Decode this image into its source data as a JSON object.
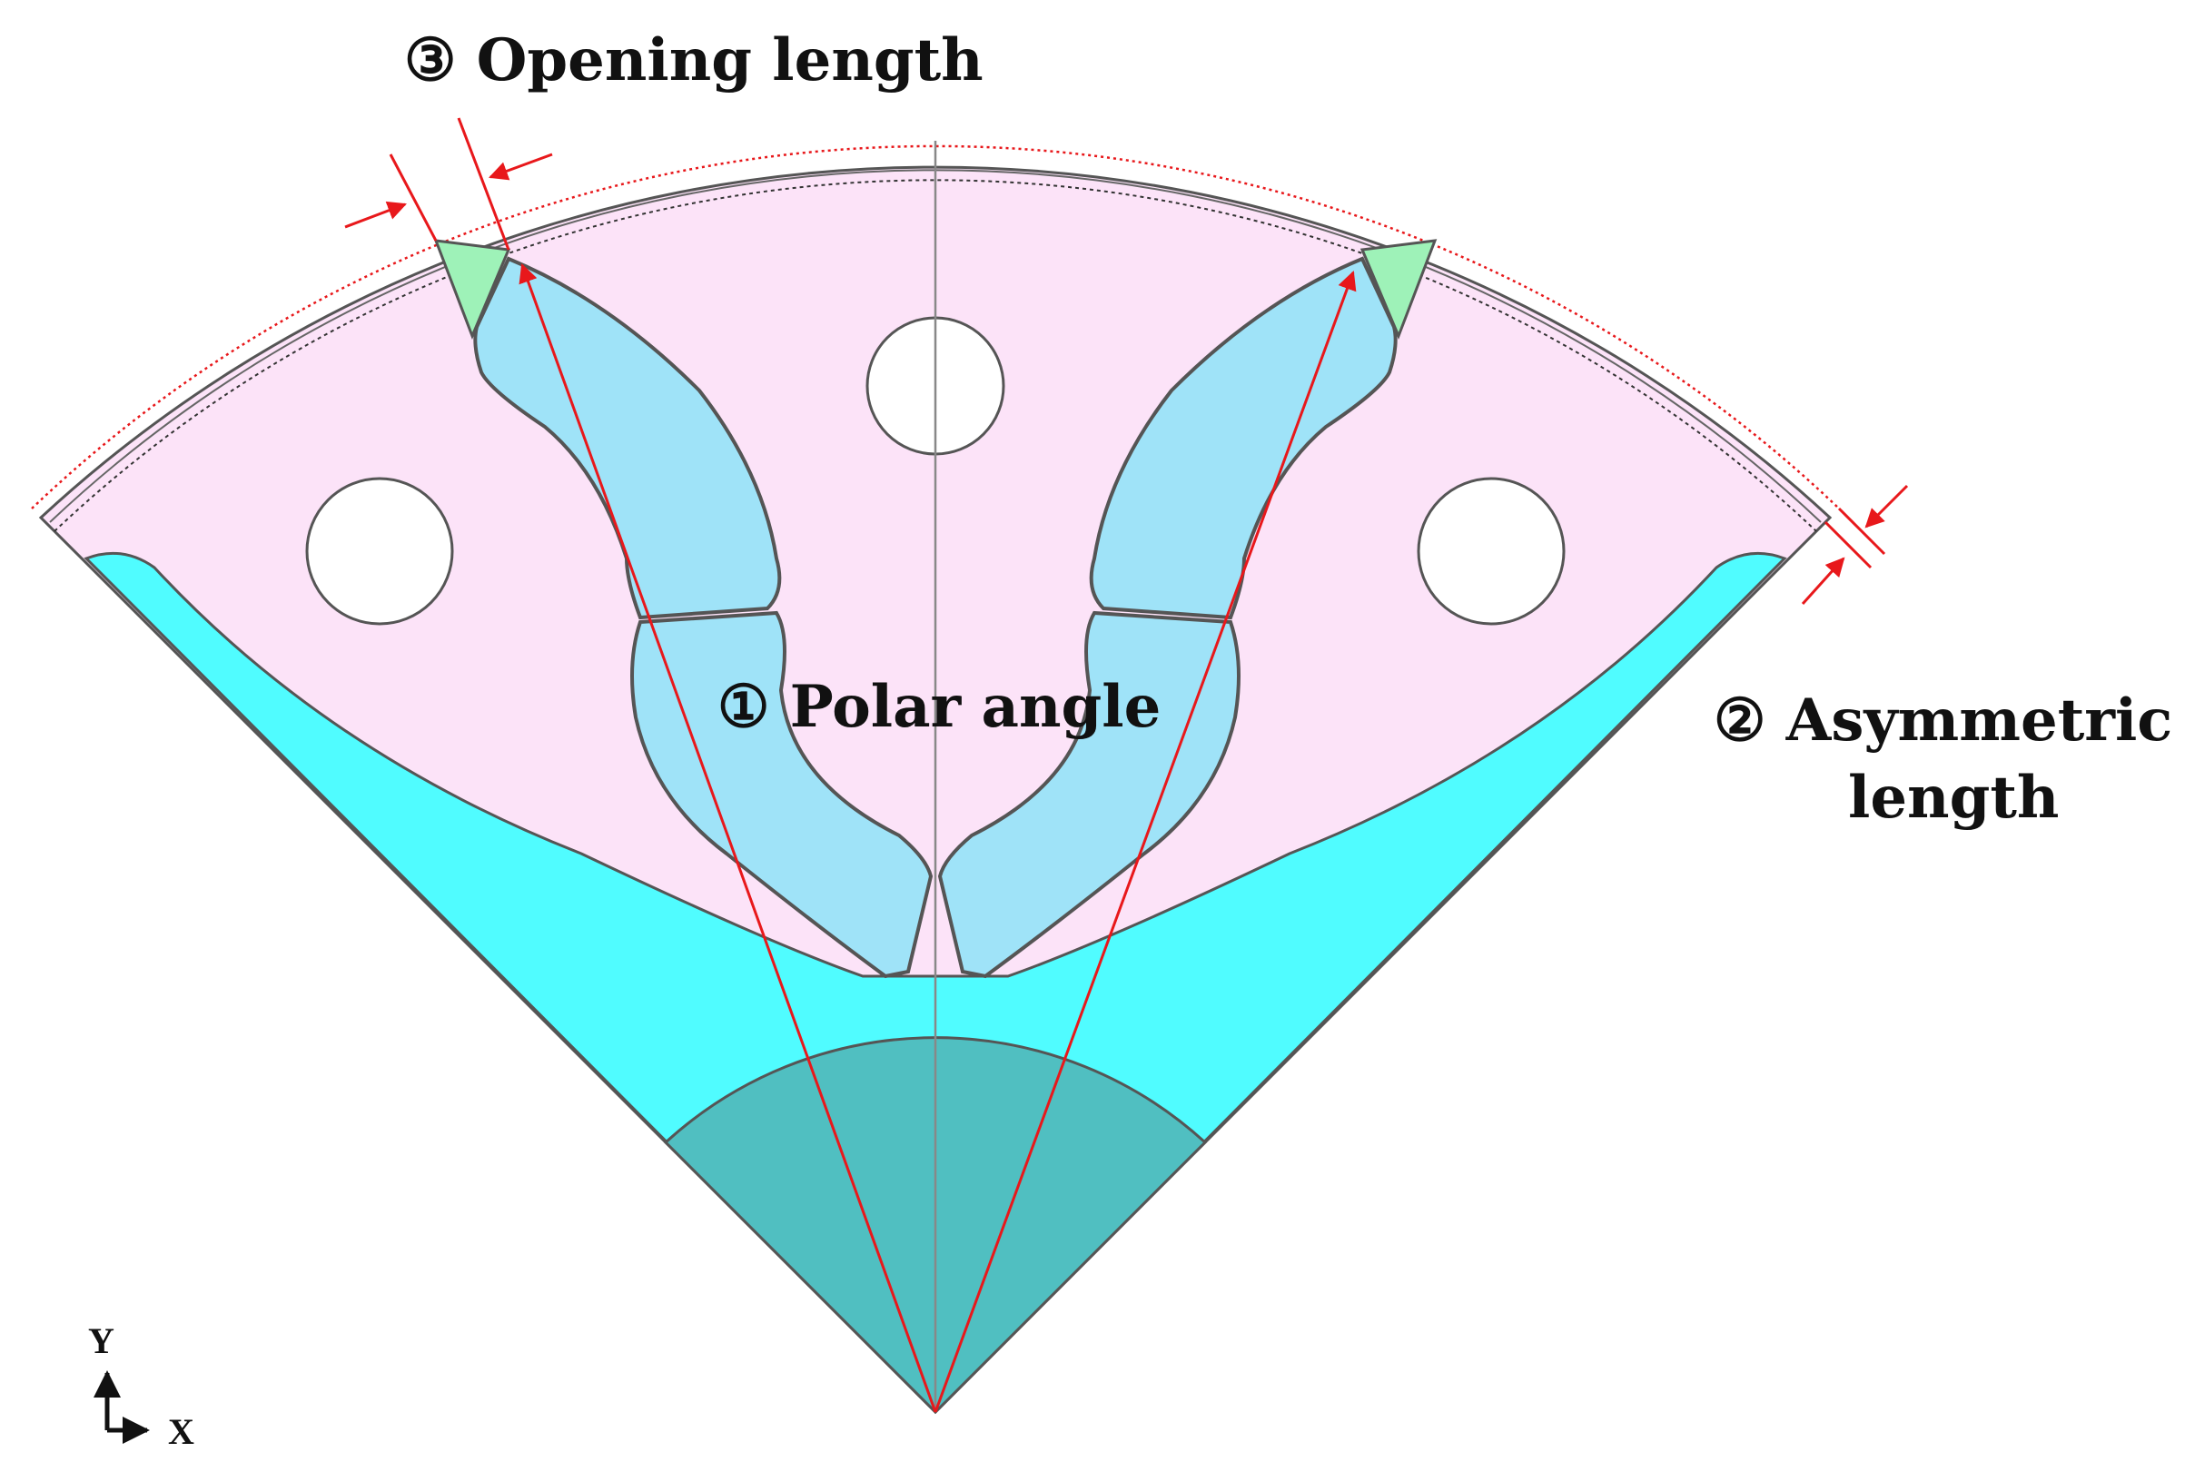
{
  "labels": {
    "polar_angle": "① Polar angle",
    "asymmetric_length_line1": "② Asymmetric",
    "asymmetric_length_line2": "length",
    "opening_length": "③ Opening length"
  },
  "axes": {
    "x": "X",
    "y": "Y"
  },
  "colors": {
    "rotor_core": "#fce3f8",
    "magnet": "#9fe3f8",
    "flux_barrier": "#9ef2b8",
    "back_iron": "#50fcff",
    "shaft": "#50bfc1",
    "dimension_line": "#e8181b",
    "outline": "#555555"
  }
}
